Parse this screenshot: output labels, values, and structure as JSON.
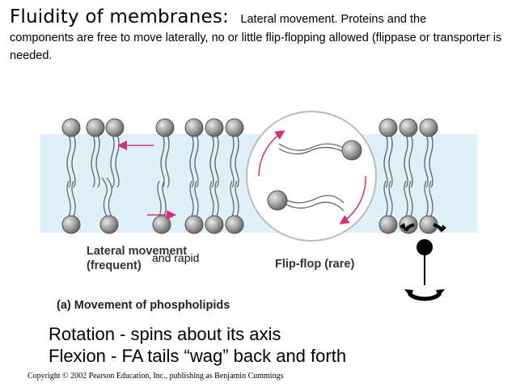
{
  "title": {
    "main": "Fluidity of membranes:",
    "sub": "Lateral movement. Proteins and the",
    "desc": "components are free to move laterally, no or little flip-flopping allowed (flippase or transporter is needed."
  },
  "figure": {
    "lateral_label": "Lateral movement",
    "lateral_freq": "(frequent)",
    "overlay_text": "and rapid",
    "flipflop_label": "Flip-flop (rare)",
    "movement_label": "(a) Movement of phospholipids",
    "colors": {
      "band": "#dff0f8",
      "head": "#9a9a9a",
      "arrow": "#d2317a"
    }
  },
  "notes": {
    "rotation": "Rotation -  spins about its axis",
    "flexion": "Flexion  - FA tails “wag” back and forth"
  },
  "copyright": "Copyright © 2002 Pearson Education, Inc., publishing as Benjamin Cummings"
}
